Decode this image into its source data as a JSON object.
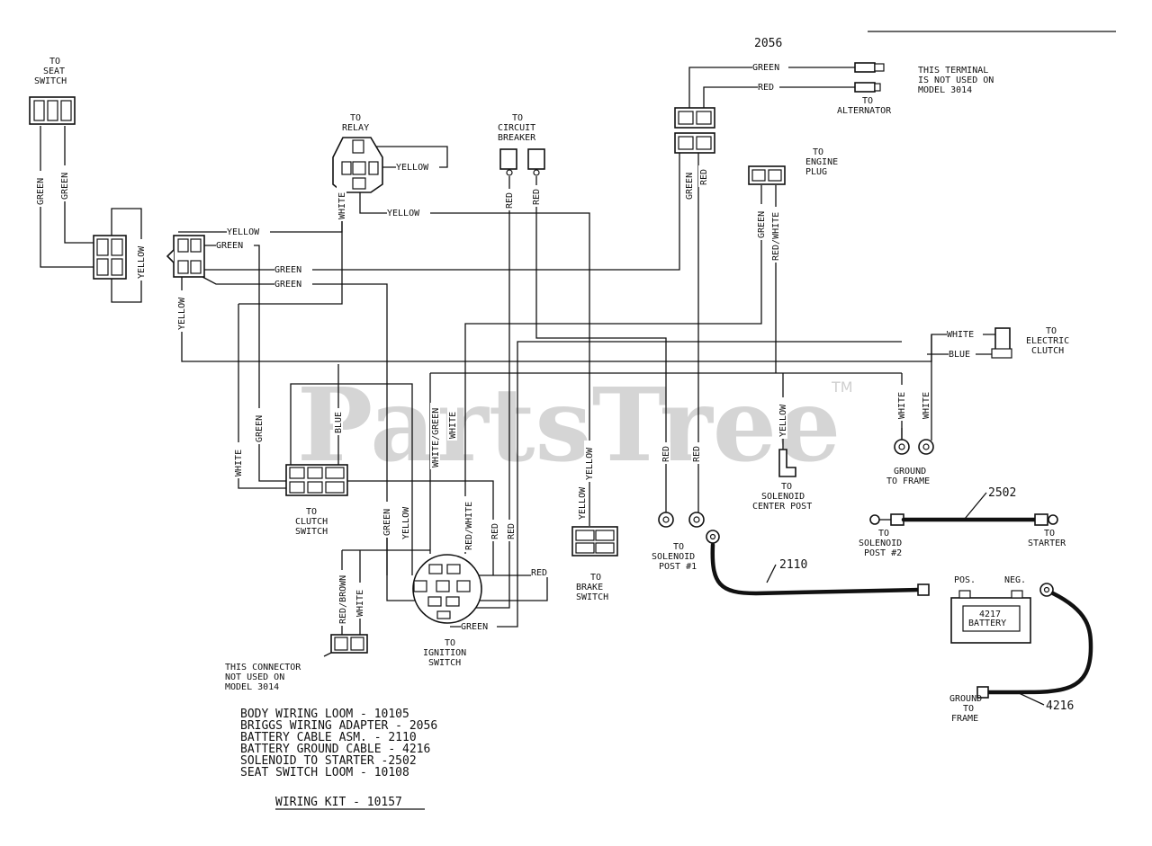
{
  "watermark": {
    "text": "PartsTree",
    "tm": "TM"
  },
  "top_part": "2056",
  "seat_switch": {
    "line1": "TO",
    "line2": "SEAT",
    "line3": "SWITCH"
  },
  "relay": {
    "line1": "TO",
    "line2": "RELAY"
  },
  "circuit_breaker": {
    "line1": "TO",
    "line2": "CIRCUIT",
    "line3": "BREAKER"
  },
  "terminal_note": {
    "line1": "THIS TERMINAL",
    "line2": "IS NOT USED ON",
    "line3": "MODEL 3014"
  },
  "alternator": {
    "line1": "TO",
    "line2": "ALTERNATOR"
  },
  "engine_plug": {
    "line1": "TO",
    "line2": "ENGINE",
    "line3": "PLUG"
  },
  "electric_clutch": {
    "line1": "TO",
    "line2": "ELECTRIC",
    "line3": "CLUTCH"
  },
  "ground_frame": {
    "line1": "GROUND",
    "line2": "TO FRAME"
  },
  "solenoid_center": {
    "line1": "TO",
    "line2": "SOLENOID",
    "line3": "CENTER POST"
  },
  "solenoid_post1": {
    "line1": "TO",
    "line2": "SOLENOID",
    "line3": "POST #1"
  },
  "solenoid_post2": {
    "line1": "TO",
    "line2": "SOLENOID",
    "line3": "POST #2"
  },
  "starter": {
    "line1": "TO",
    "line2": "STARTER"
  },
  "clutch_switch": {
    "line1": "TO",
    "line2": "CLUTCH",
    "line3": "SWITCH"
  },
  "brake_switch": {
    "line1": "TO",
    "line2": "BRAKE",
    "line3": "SWITCH"
  },
  "ignition_switch": {
    "line1": "TO",
    "line2": "IGNITION",
    "line3": "SWITCH"
  },
  "connector_note": {
    "line1": "THIS CONNECTOR",
    "line2": "NOT USED ON",
    "line3": "MODEL 3014"
  },
  "battery": {
    "pos": "POS.",
    "neg": "NEG.",
    "line1": "4217",
    "line2": "BATTERY"
  },
  "ground_battery": {
    "line1": "GROUND",
    "line2": "TO",
    "line3": "FRAME"
  },
  "cables": {
    "c2502": "2502",
    "c2110": "2110",
    "c4216": "4216"
  },
  "wires": {
    "green": "GREEN",
    "red": "RED",
    "yellow": "YELLOW",
    "white": "WHITE",
    "blue": "BLUE",
    "red_white": "RED/WHITE",
    "white_green": "WHITE/GREEN",
    "red_brown": "RED/BROWN"
  },
  "parts_list": [
    "BODY WIRING LOOM - 10105",
    "BRIGGS WIRING ADAPTER - 2056",
    "BATTERY CABLE ASM. - 2110",
    "BATTERY GROUND CABLE - 4216",
    "SOLENOID TO STARTER -2502",
    "SEAT SWITCH LOOM - 10108"
  ],
  "wiring_kit": "WIRING KIT - 10157"
}
